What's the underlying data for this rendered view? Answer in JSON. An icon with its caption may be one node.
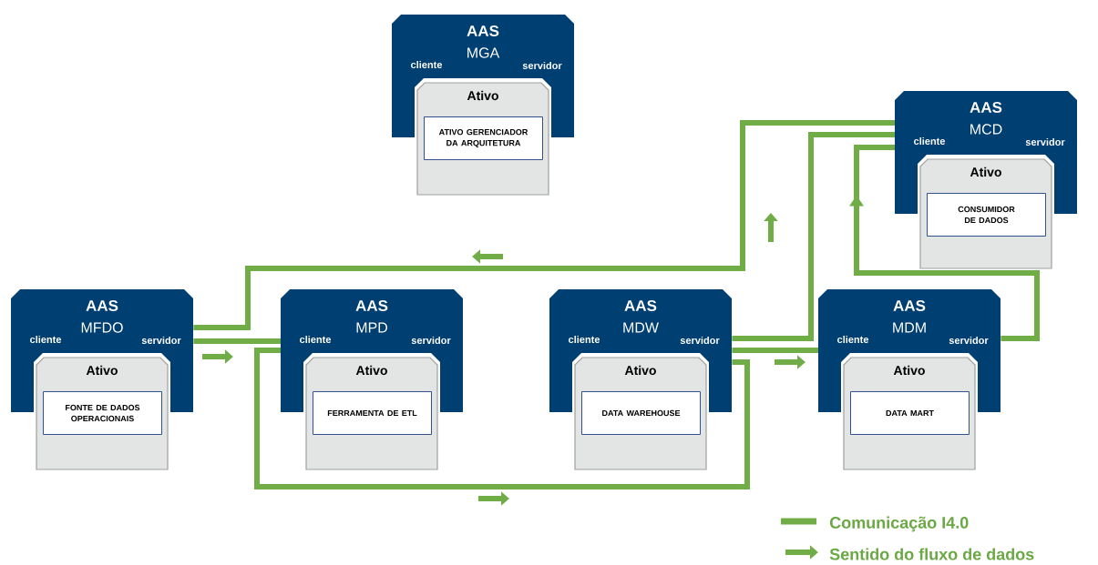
{
  "diagram": {
    "nodes": [
      {
        "text": [
          "AAS",
          "MGA",
          "cliente",
          "servidor"
        ]
      },
      {
        "text": [
          "Ativo"
        ]
      },
      {
        "text": [
          "ATIVO GERENCIADOR DA ARQUITETURA"
        ],
        "in": 1
      },
      {
        "text": [
          "AAS",
          "MCD",
          "cliente",
          "servidor"
        ]
      },
      {
        "text": [
          "Ativo"
        ]
      },
      {
        "text": [
          "CONSUMIDOR DE DADOS"
        ],
        "in": 4
      },
      {
        "text": [
          "AAS",
          "MFDO",
          "cliente",
          "servidor"
        ]
      },
      {
        "text": [
          "Ativo"
        ]
      },
      {
        "text": [
          "FONTE DE DADOS OPERACIONAIS"
        ],
        "in": 7
      },
      {
        "text": [
          "AAS",
          "MPD",
          "cliente",
          "servidor"
        ]
      },
      {
        "text": [
          "Ativo"
        ]
      },
      {
        "text": [
          "FERRAMENTA DE ETL"
        ],
        "in": 10
      },
      {
        "text": [
          "AAS",
          "MDW",
          "cliente",
          "servidor"
        ]
      },
      {
        "text": [
          "Ativo"
        ]
      },
      {
        "text": [
          "DATA WAREHOUSE"
        ],
        "in": 13
      },
      {
        "text": [
          "AAS",
          "MDM",
          "cliente",
          "servidor"
        ]
      },
      {
        "text": [
          "Ativo"
        ]
      },
      {
        "text": [
          "DATA MART"
        ],
        "in": 16
      }
    ],
    "edges": [
      {
        "from": 6,
        "to": 3,
        "arrow": "none"
      },
      {
        "from": 6,
        "to": 9,
        "arrow": "none"
      },
      {
        "from": 9,
        "to": 12,
        "arrow": "none"
      },
      {
        "from": 12,
        "to": 3,
        "arrow": "none"
      },
      {
        "from": 12,
        "to": 15,
        "arrow": "none"
      },
      {
        "from": 15,
        "to": 3,
        "arrow": "to"
      }
    ],
    "legend": [
      {
        "text": "Comunicação I4.0"
      },
      {
        "text": "Sentido do fluxo de dados"
      }
    ]
  }
}
